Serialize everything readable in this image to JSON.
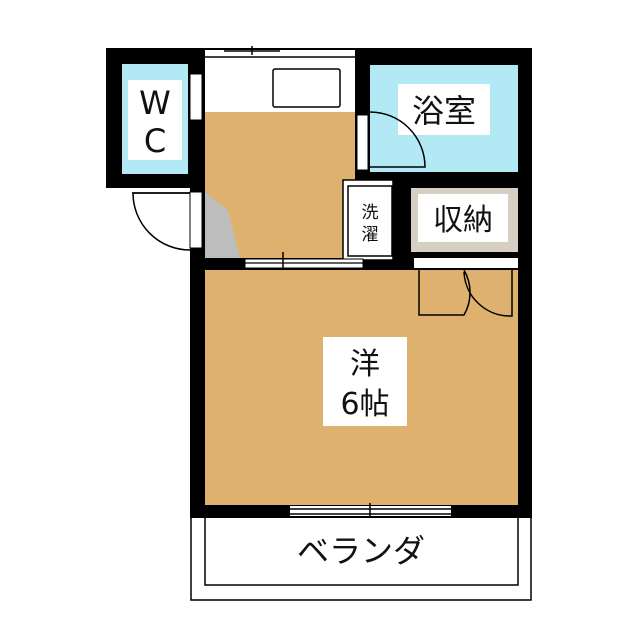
{
  "rooms": {
    "wc": {
      "line1": "W",
      "line2": "C"
    },
    "bath": {
      "label": "浴室"
    },
    "washer": {
      "line1": "洗",
      "line2": "濯"
    },
    "storage": {
      "label": "収納"
    },
    "western_room": {
      "line1": "洋",
      "line2": "6帖"
    },
    "balcony": {
      "label": "ベランダ"
    }
  },
  "colors": {
    "wall": "#000000",
    "floor": "#deb26e",
    "wet_area": "#b3e8f5",
    "storage": "#d5d0c3",
    "entry": "#bdbdbd"
  }
}
